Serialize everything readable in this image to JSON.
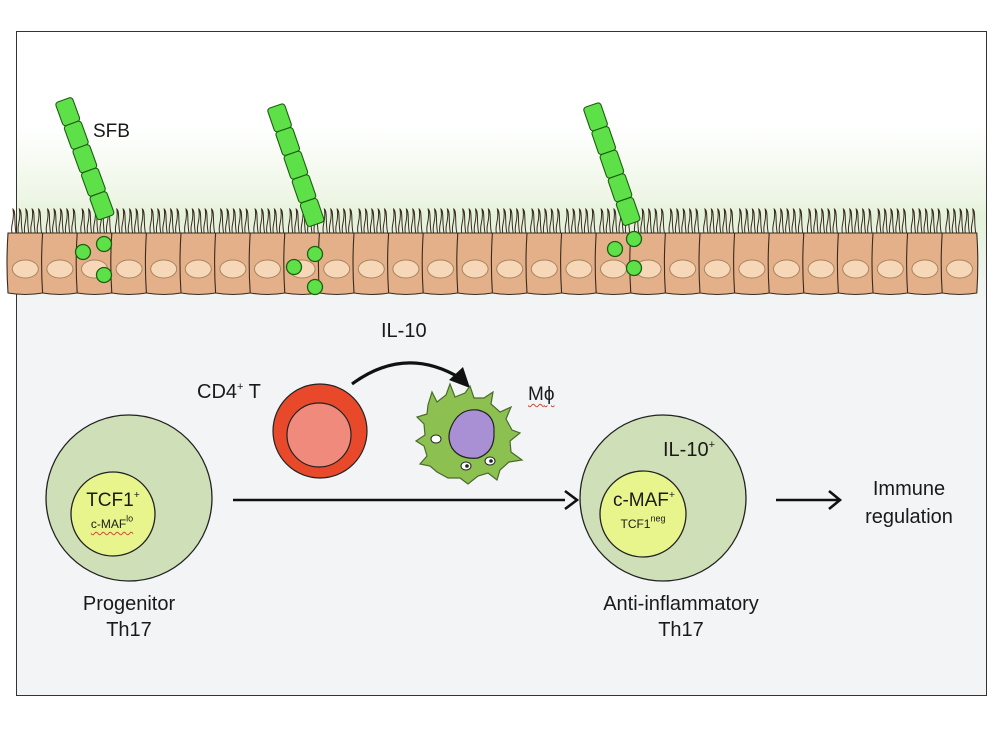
{
  "figure": {
    "bacteria_label": "SFB",
    "cytokine_label": "IL-10",
    "tcell": {
      "label": "CD4",
      "superscript": "+",
      "suffix": " T"
    },
    "macrophage": {
      "label": "M",
      "symbol": "ϕ"
    },
    "progenitor": {
      "inner_line1": "TCF1",
      "inner_line1_sup": "+",
      "inner_line2": "c-MAF",
      "inner_line2_sup": "lo",
      "caption_line1": "Progenitor",
      "caption_line2": "Th17"
    },
    "anti_inflammatory": {
      "outer_label": "IL-10",
      "outer_label_sup": "+",
      "inner_line1": "c-MAF",
      "inner_line1_sup": "+",
      "inner_line2": "TCF1",
      "inner_line2_sup": "neg",
      "caption_line1": "Anti-inflammatory",
      "caption_line2": "Th17"
    },
    "outcome": {
      "line1": "Immune",
      "line2": "regulation"
    },
    "colors": {
      "sfb_green": "#5ee048",
      "epithelium": "#e4b08a",
      "nucleus": "#f6d7b8",
      "tcell_outer": "#e8492b",
      "tcell_inner": "#ef8a7c",
      "macrophage": "#8cc152",
      "macrophage_nucleus": "#a98fd4",
      "th17_outer": "#cfe0b8",
      "th17_inner": "#e8f58c"
    }
  }
}
